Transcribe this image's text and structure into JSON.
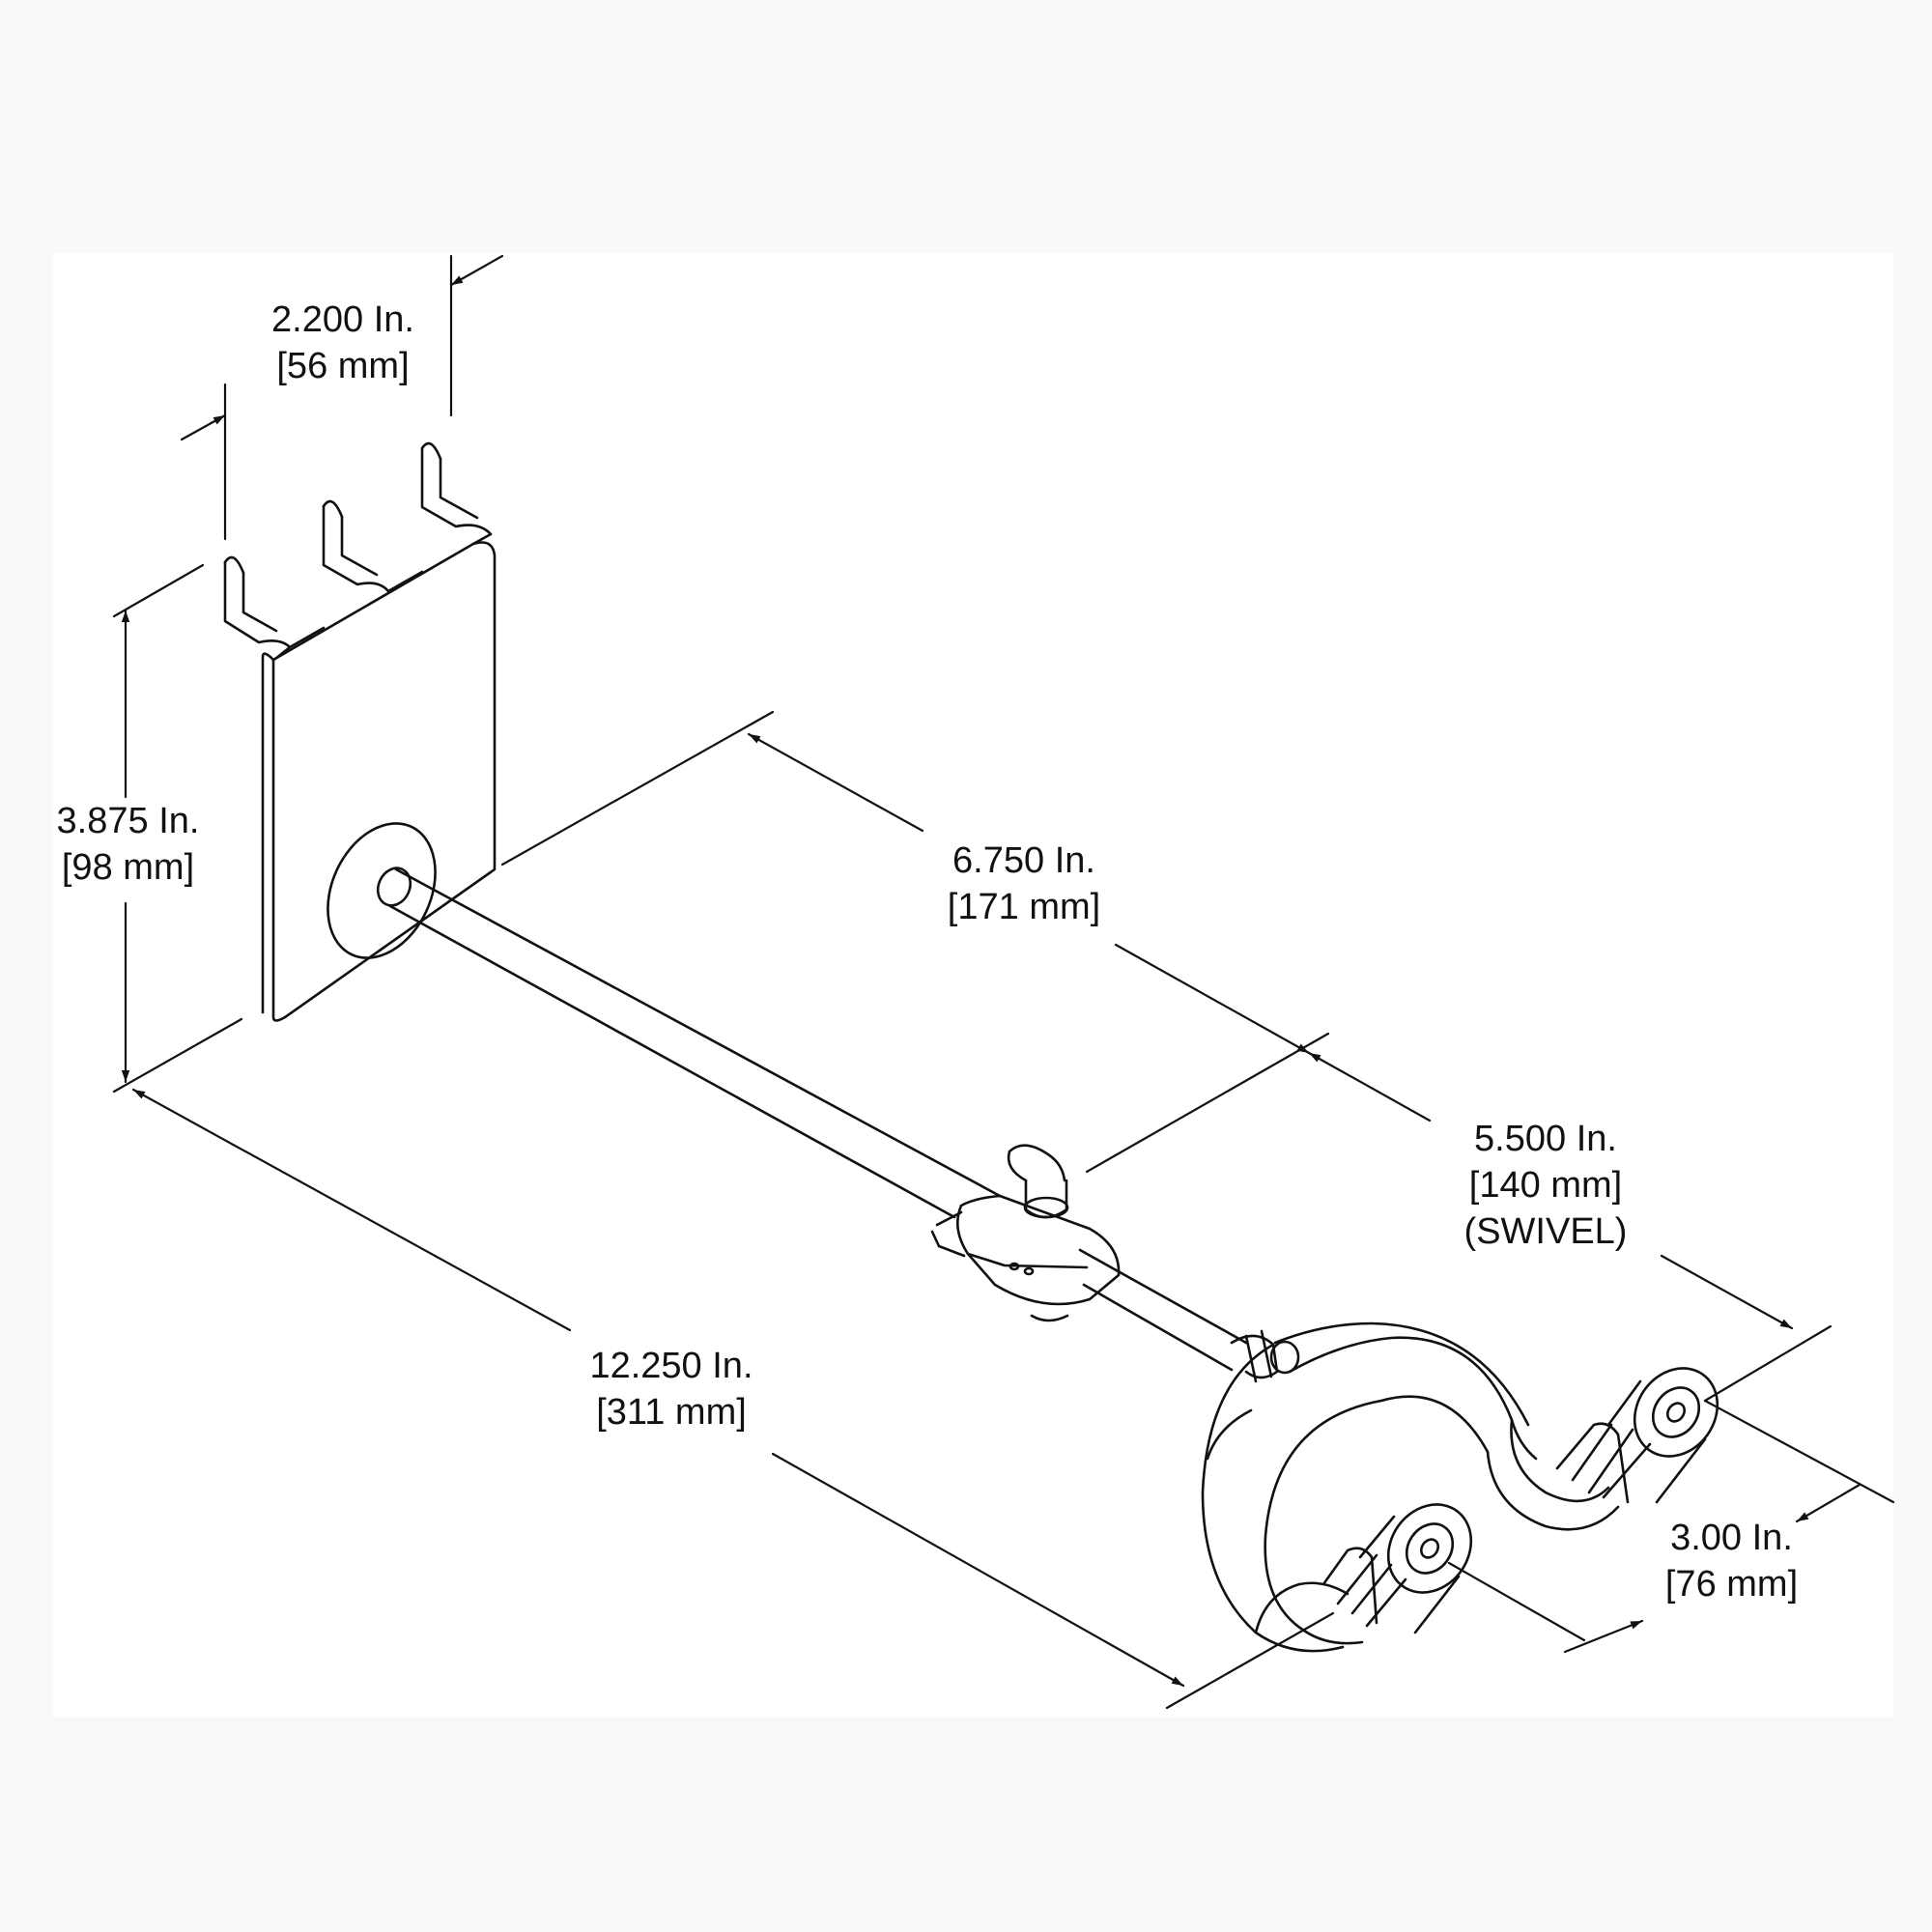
{
  "dimensions": {
    "width": {
      "value": "2.200 In.",
      "metric": "[56 mm]"
    },
    "height": {
      "value": "3.875 In.",
      "metric": "[98 mm]"
    },
    "arm": {
      "value": "6.750 In.",
      "metric": "[171 mm]"
    },
    "swivel": {
      "value": "5.500 In.",
      "metric": "[140 mm]",
      "note": "(SWIVEL)"
    },
    "overall": {
      "value": "12.250 In.",
      "metric": "[311 mm]"
    },
    "yoke": {
      "value": "3.00 In.",
      "metric": "[76 mm]"
    }
  },
  "colors": {
    "line": "#111111",
    "background": "#f9f9f9",
    "panel": "#ffffff"
  }
}
